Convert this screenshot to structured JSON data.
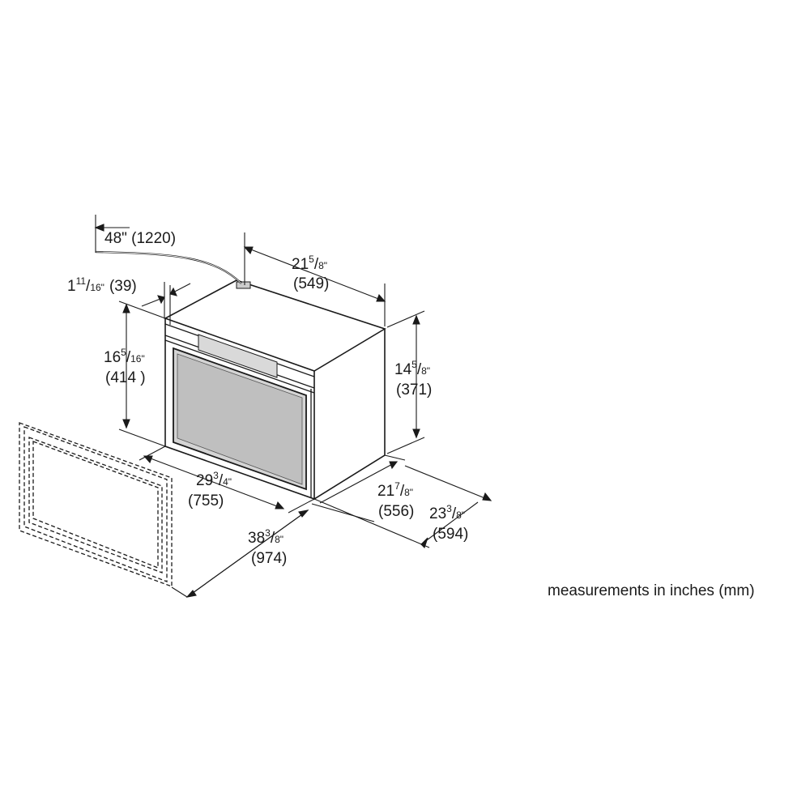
{
  "cord": {
    "label": "48\" (1220)"
  },
  "depth_top": {
    "whole": "21",
    "num": "5",
    "den": "8\"",
    "mm": "(549)"
  },
  "panel_offset": {
    "whole": "1",
    "num": "11",
    "den": "16\"",
    "mm": "(39)"
  },
  "left_height": {
    "whole": "16",
    "num": "5",
    "den": "16\"",
    "mm": "(414 )"
  },
  "right_height": {
    "whole": "14",
    "num": "5",
    "den": "8\"",
    "mm": "(371)"
  },
  "width": {
    "whole": "29",
    "num": "3",
    "den": "4\"",
    "mm": "(755)"
  },
  "depth_inner": {
    "whole": "21",
    "num": "7",
    "den": "8\"",
    "mm": "(556)"
  },
  "depth_outer": {
    "whole": "23",
    "num": "3",
    "den": "8\"",
    "mm": "(594)"
  },
  "cutout_width": {
    "whole": "38",
    "num": "3",
    "den": "8\"",
    "mm": "(974)"
  },
  "note": "measurements in inches (mm)"
}
